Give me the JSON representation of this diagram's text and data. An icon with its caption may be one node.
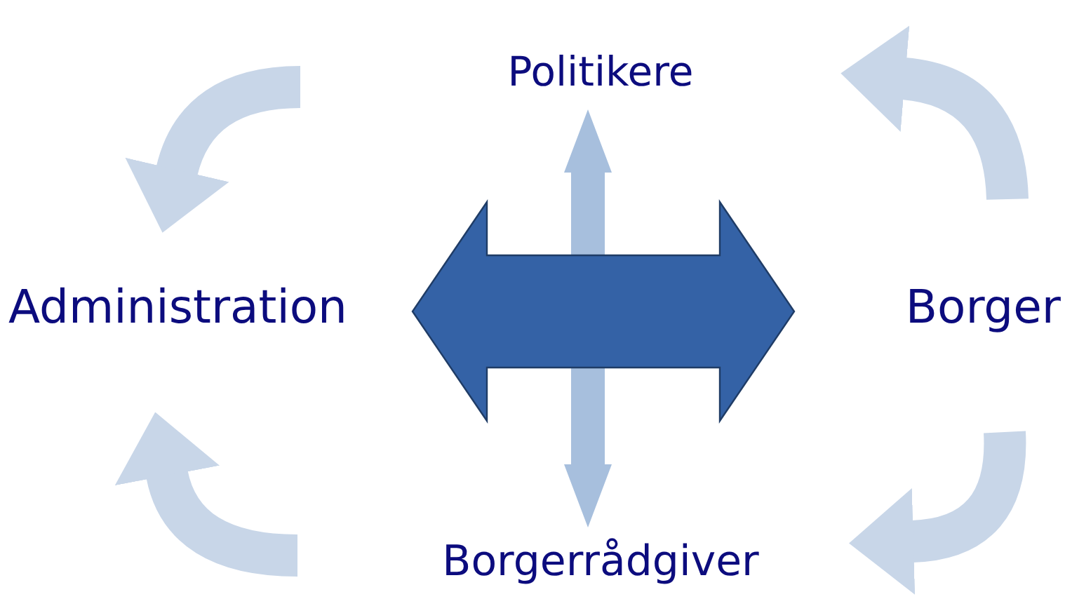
{
  "diagram": {
    "nodes": [
      {
        "text": [
          "Politikere"
        ]
      },
      {
        "text": [
          "Administration"
        ]
      },
      {
        "text": [
          "Borger"
        ]
      },
      {
        "text": [
          "Borgerrådgiver"
        ]
      }
    ],
    "edges": [
      {
        "from": 0,
        "to": 3,
        "arrow": "both",
        "color": "#a7bfdd"
      },
      {
        "from": 1,
        "to": 2,
        "arrow": "both",
        "style": "thick",
        "color": "#3462a6"
      }
    ]
  }
}
